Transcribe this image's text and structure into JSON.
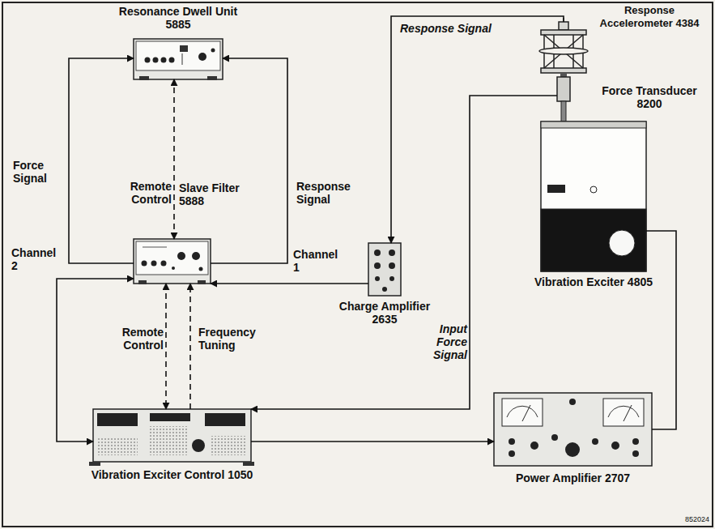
{
  "diagram": {
    "nodes": [
      {
        "text": [
          "Resonance Dwell Unit 5885"
        ]
      },
      {
        "text": [
          "Slave Filter 5888"
        ]
      },
      {
        "text": [
          "Charge Amplifier 2635"
        ]
      },
      {
        "text": [
          "Response Accelerometer 4384"
        ]
      },
      {
        "text": [
          "Force Transducer 8200"
        ]
      },
      {
        "text": [
          "Vibration Exciter 4805"
        ]
      },
      {
        "text": [
          "Vibration Exciter Control 1050"
        ]
      },
      {
        "text": [
          "Power Amplifier 2707"
        ]
      }
    ],
    "edges": [
      {
        "from": 1,
        "to": 0,
        "label": "Force Signal",
        "arrow": "to"
      },
      {
        "from": 1,
        "to": 0,
        "label": "Response Signal",
        "arrow": "to"
      },
      {
        "from": 1,
        "to": 0,
        "label": "Remote Control",
        "arrow": "both"
      },
      {
        "from": 3,
        "to": 2,
        "label": "Response Signal",
        "arrow": "to"
      },
      {
        "from": 2,
        "to": 1,
        "arrow": "to"
      },
      {
        "from": 1,
        "to": 6,
        "arrow": "both"
      },
      {
        "from": 1,
        "to": 6,
        "label": "Remote Control",
        "arrow": "both"
      },
      {
        "from": 6,
        "to": 1,
        "label": "Frequency Tuning",
        "arrow": "to"
      },
      {
        "from": 4,
        "to": 6,
        "label": "Input Force Signal",
        "arrow": "to"
      },
      {
        "from": 6,
        "to": 7,
        "arrow": "to"
      },
      {
        "from": 7,
        "to": 5,
        "arrow": "none"
      }
    ],
    "labels": [
      "Channel 1",
      "Channel 2",
      "852024"
    ]
  }
}
